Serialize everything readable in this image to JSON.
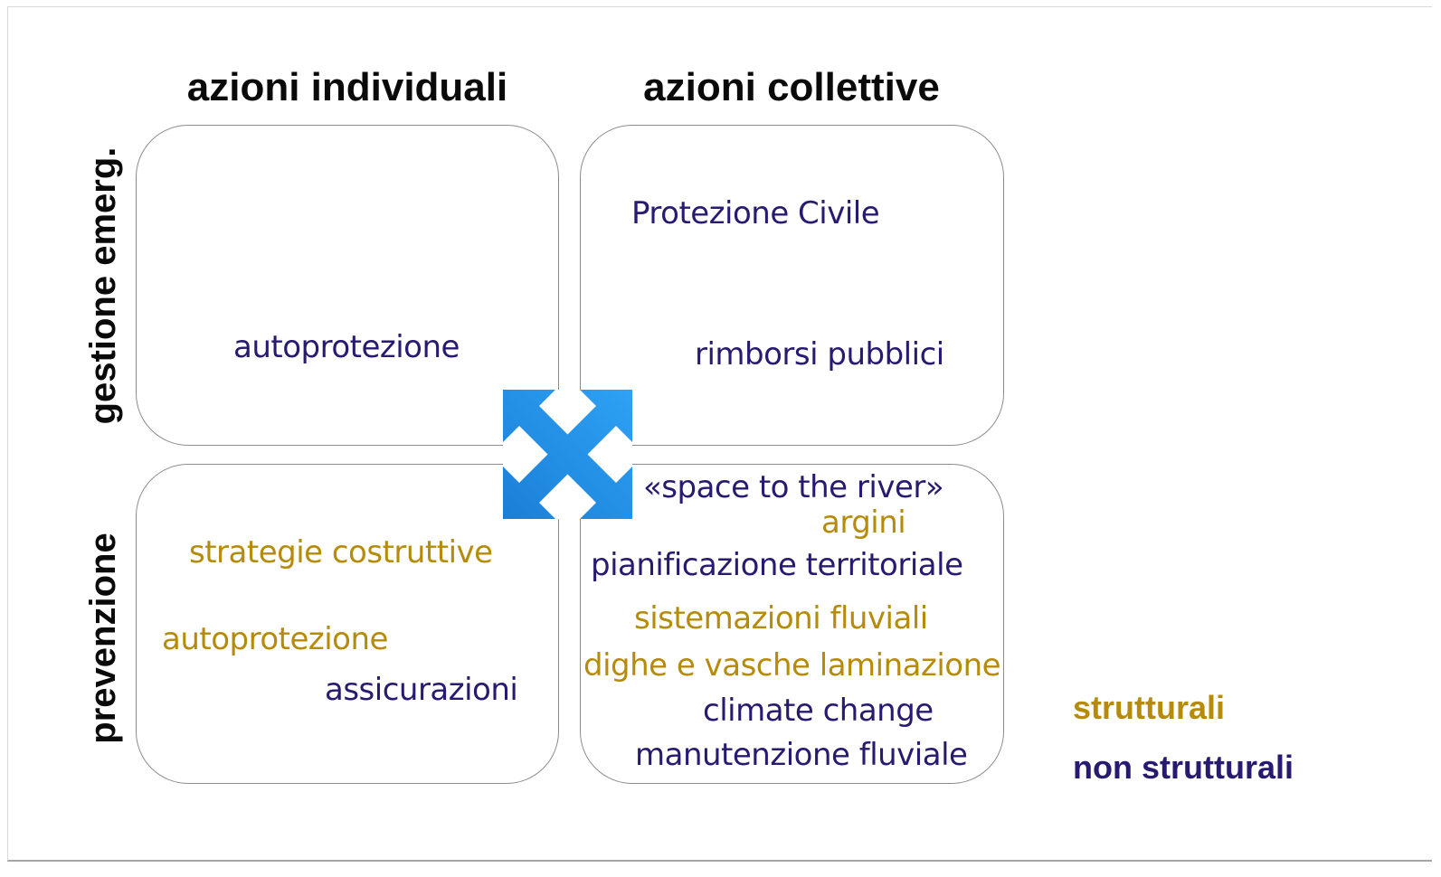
{
  "columns": {
    "individual": "azioni individuali",
    "collective": "azioni collettive"
  },
  "rows": {
    "emergency": "gestione emerg.",
    "prevention": "prevenzione"
  },
  "quadrants": {
    "emergency_individual": [
      "autoprotezione"
    ],
    "emergency_collective": [
      "Protezione Civile",
      "rimborsi pubblici"
    ],
    "prevention_individual": [
      "strategie costruttive",
      "autoprotezione",
      "assicurazioni"
    ],
    "prevention_collective": [
      "«space to the river»",
      "argini",
      "pianificazione territoriale",
      "sistemazioni fluviali",
      "dighe e vasche laminazione",
      "climate change",
      "manutenzione fluviale"
    ]
  },
  "legend": {
    "structural": "strutturali",
    "non_structural": "non strutturali"
  },
  "colors": {
    "structural": "#b68b0a",
    "non_structural": "#271a70",
    "arrow": "#1f8fe6"
  },
  "icons": {
    "center": "four-way-arrow-icon"
  }
}
